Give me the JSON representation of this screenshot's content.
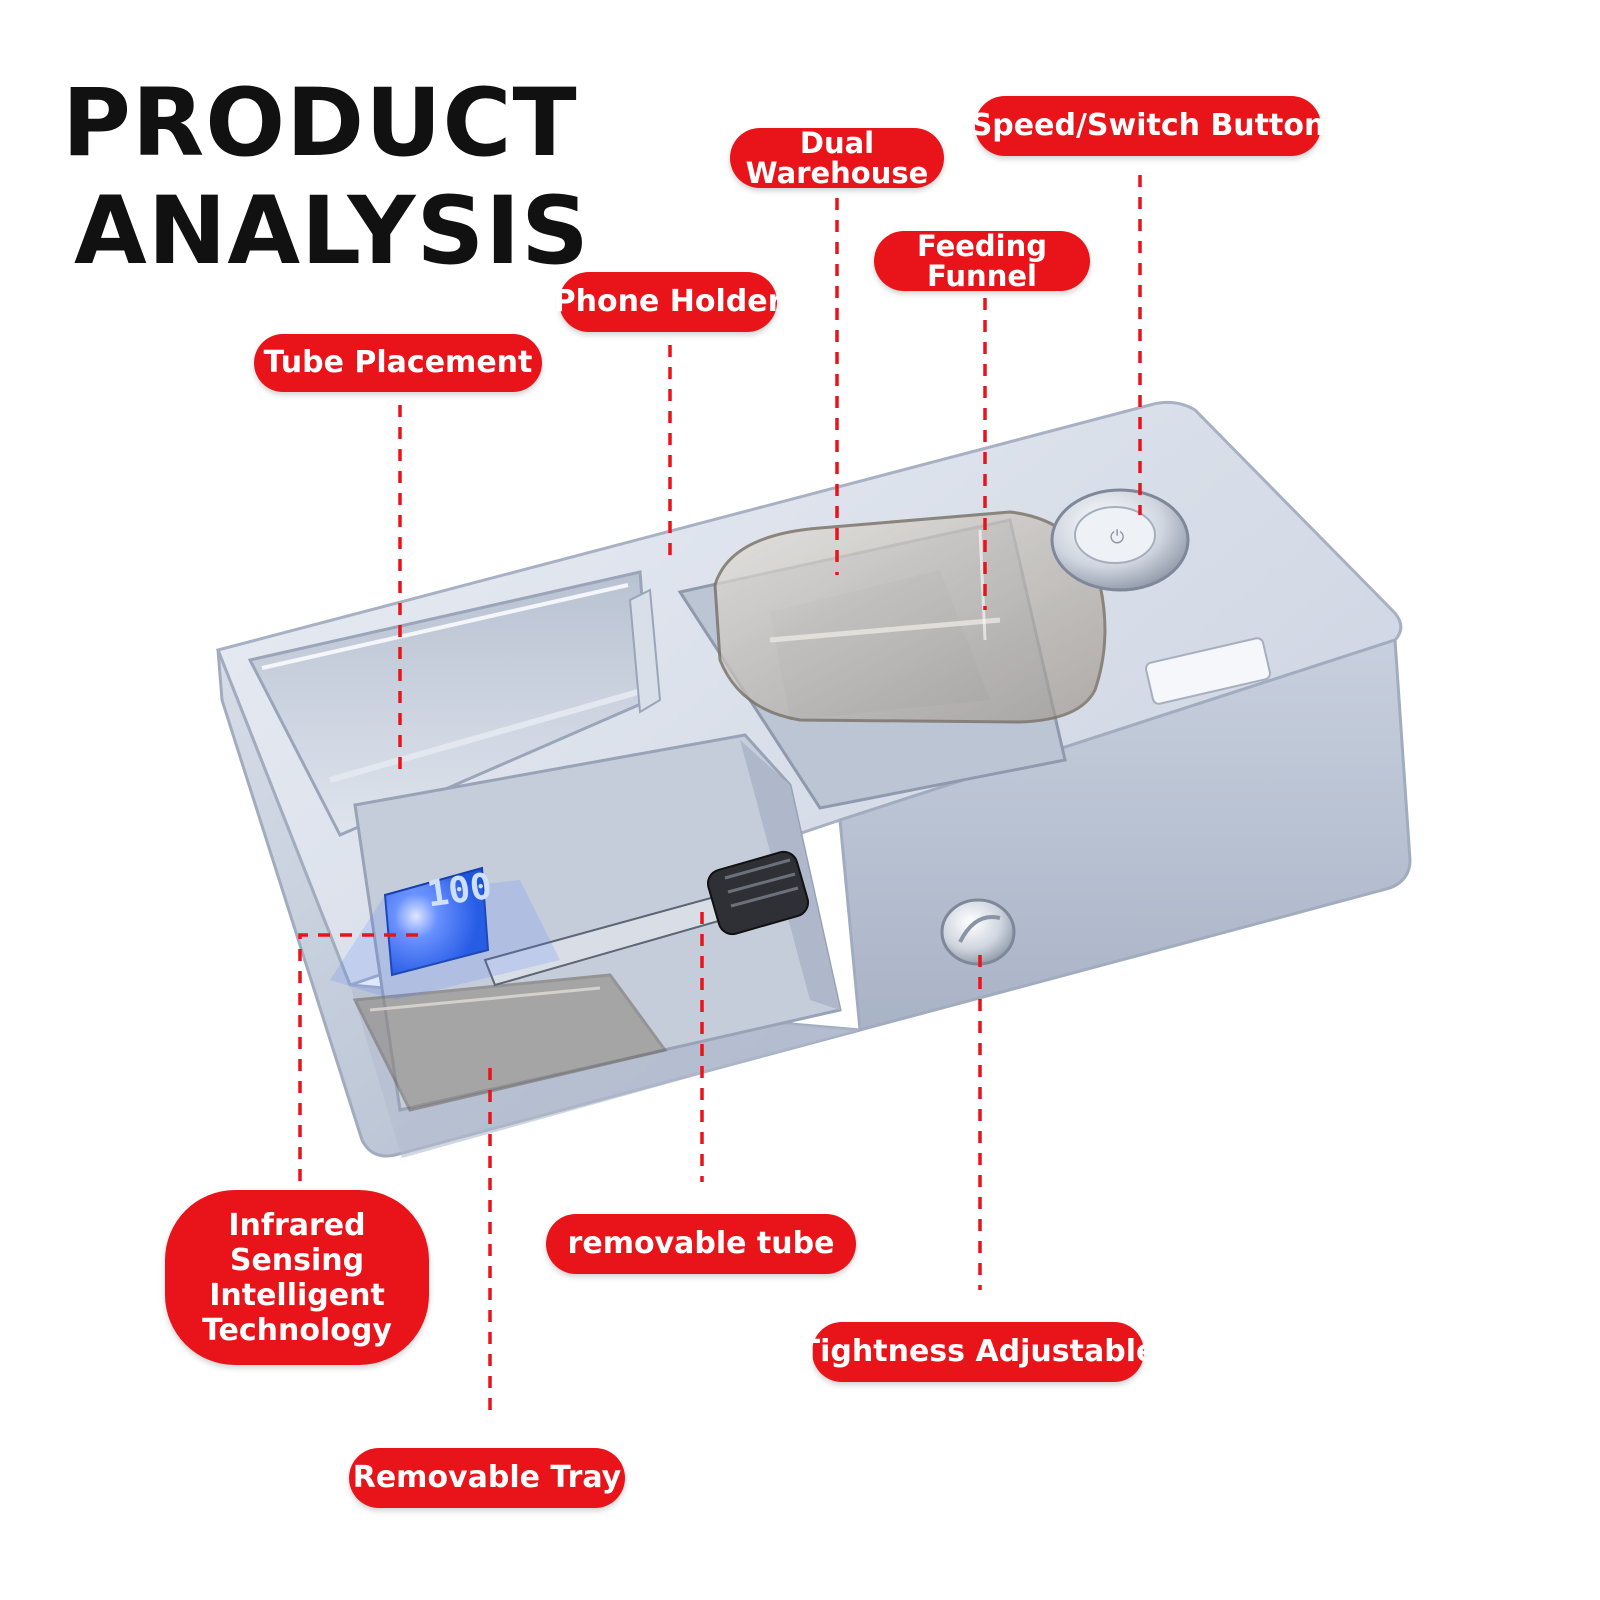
{
  "heading": {
    "line1": "PRODUCT",
    "line2": "ANALYSIS"
  },
  "display_readout": "100",
  "labels": {
    "speed_switch_button": "Speed/Switch Button",
    "dual_warehouse": "Dual\nWarehouse",
    "feeding_funnel": "Feeding\nFunnel",
    "phone_holder": "Phone Holder",
    "tube_placement": "Tube Placement",
    "infrared_sensing": "Infrared Sensing\nIntelligent\nTechnology",
    "removable_tube": "removable tube",
    "tightness_adjustable": "Tightness Adjustable",
    "removable_tray": "Removable Tray"
  },
  "colors": {
    "label_bg": "#e8141a",
    "label_text": "#ffffff",
    "leader_line": "#e8141a",
    "display_blue": "#1f56e0",
    "heading_text": "#111111"
  }
}
